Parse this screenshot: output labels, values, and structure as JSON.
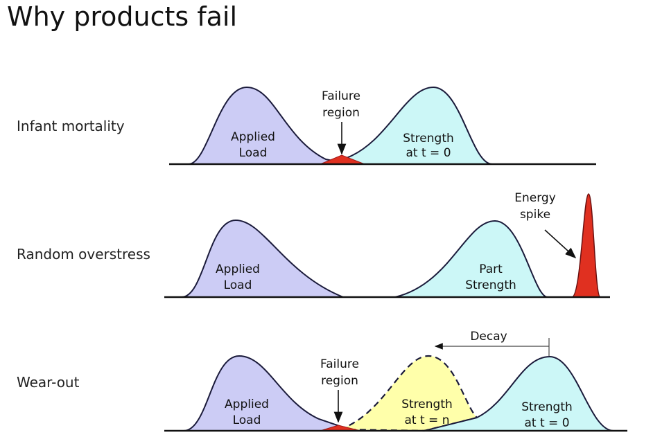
{
  "title": "Why products fail",
  "rows": [
    {
      "label": "Infant mortality",
      "load_label": [
        "Applied",
        "Load"
      ],
      "strength_label": [
        "Strength",
        "at t = 0"
      ],
      "annotation": [
        "Failure",
        "region"
      ]
    },
    {
      "label": "Random overstress",
      "load_label": [
        "Applied",
        "Load"
      ],
      "strength_label": [
        "Part",
        "Strength"
      ],
      "annotation": [
        "Energy",
        "spike"
      ]
    },
    {
      "label": "Wear-out",
      "load_label": [
        "Applied",
        "Load"
      ],
      "strength_n_label": [
        "Strength",
        "at t = n"
      ],
      "strength_label": [
        "Strength",
        "at t = 0"
      ],
      "annotation": [
        "Failure",
        "region"
      ],
      "decay_label": "Decay"
    }
  ],
  "colors": {
    "load_fill": "#ccccf5",
    "strength_fill": "#ccf7f7",
    "strength_n_fill": "#ffffaa",
    "failure_fill": "#e03020",
    "outline": "#1a1a3a"
  }
}
